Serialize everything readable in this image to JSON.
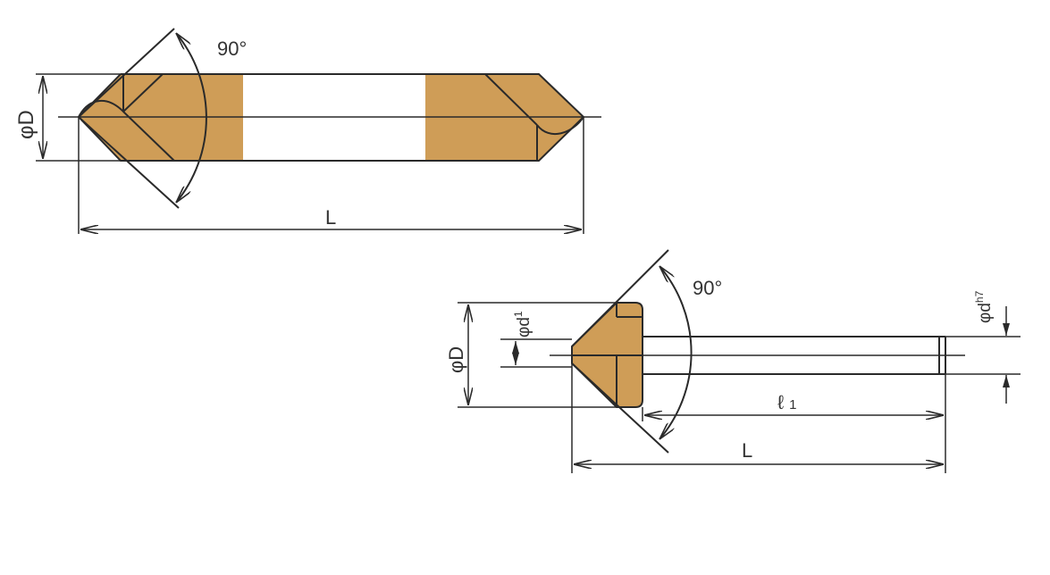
{
  "colors": {
    "tool_fill": "#cf9d57",
    "line": "#2a2a2a",
    "text": "#333333",
    "background": "#ffffff"
  },
  "drawing_top": {
    "angle_label": "90°",
    "diameter_label": "φD",
    "length_label": "L"
  },
  "drawing_bottom": {
    "angle_label": "90°",
    "diameter_label": "φD",
    "inner_diameter_label": "φd",
    "inner_diameter_sup": "1",
    "shank_diameter_label": "φd",
    "shank_diameter_sup": "h7",
    "shank_length_label": "ℓ",
    "shank_length_sub": "1",
    "length_label": "L"
  }
}
